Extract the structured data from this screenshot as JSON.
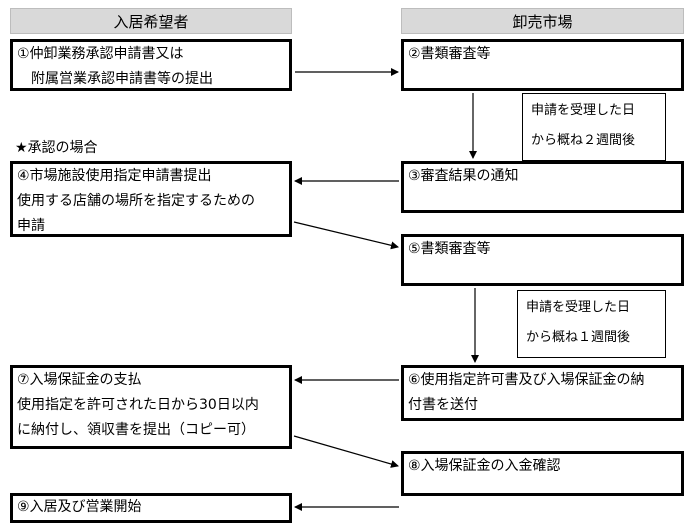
{
  "headers": {
    "left": "入居希望者",
    "right": "卸売市場"
  },
  "star_label": "★承認の場合",
  "steps": {
    "s1": [
      "①仲卸業務承認申請書又は",
      "　附属営業承認申請書等の提出"
    ],
    "s2": [
      "②書類審査等"
    ],
    "s3": [
      "③審査結果の通知"
    ],
    "s4": [
      "④市場施設使用指定申請書提出",
      "使用する店舗の場所を指定するための",
      "申請"
    ],
    "s5": [
      "⑤書類審査等"
    ],
    "s6": [
      "⑥使用指定許可書及び入場保証金の納",
      "付書を送付"
    ],
    "s7": [
      "⑦入場保証金の支払",
      "使用指定を許可された日から30日以内",
      "に納付し、領収書を提出（コピー可）"
    ],
    "s8": [
      "⑧入場保証金の入金確認"
    ],
    "s9": [
      "⑨入居及び営業開始"
    ]
  },
  "notes": {
    "n1": [
      "申請を受理した日",
      "から概ね２週間後"
    ],
    "n2": [
      "申請を受理した日",
      "から概ね１週間後"
    ]
  }
}
